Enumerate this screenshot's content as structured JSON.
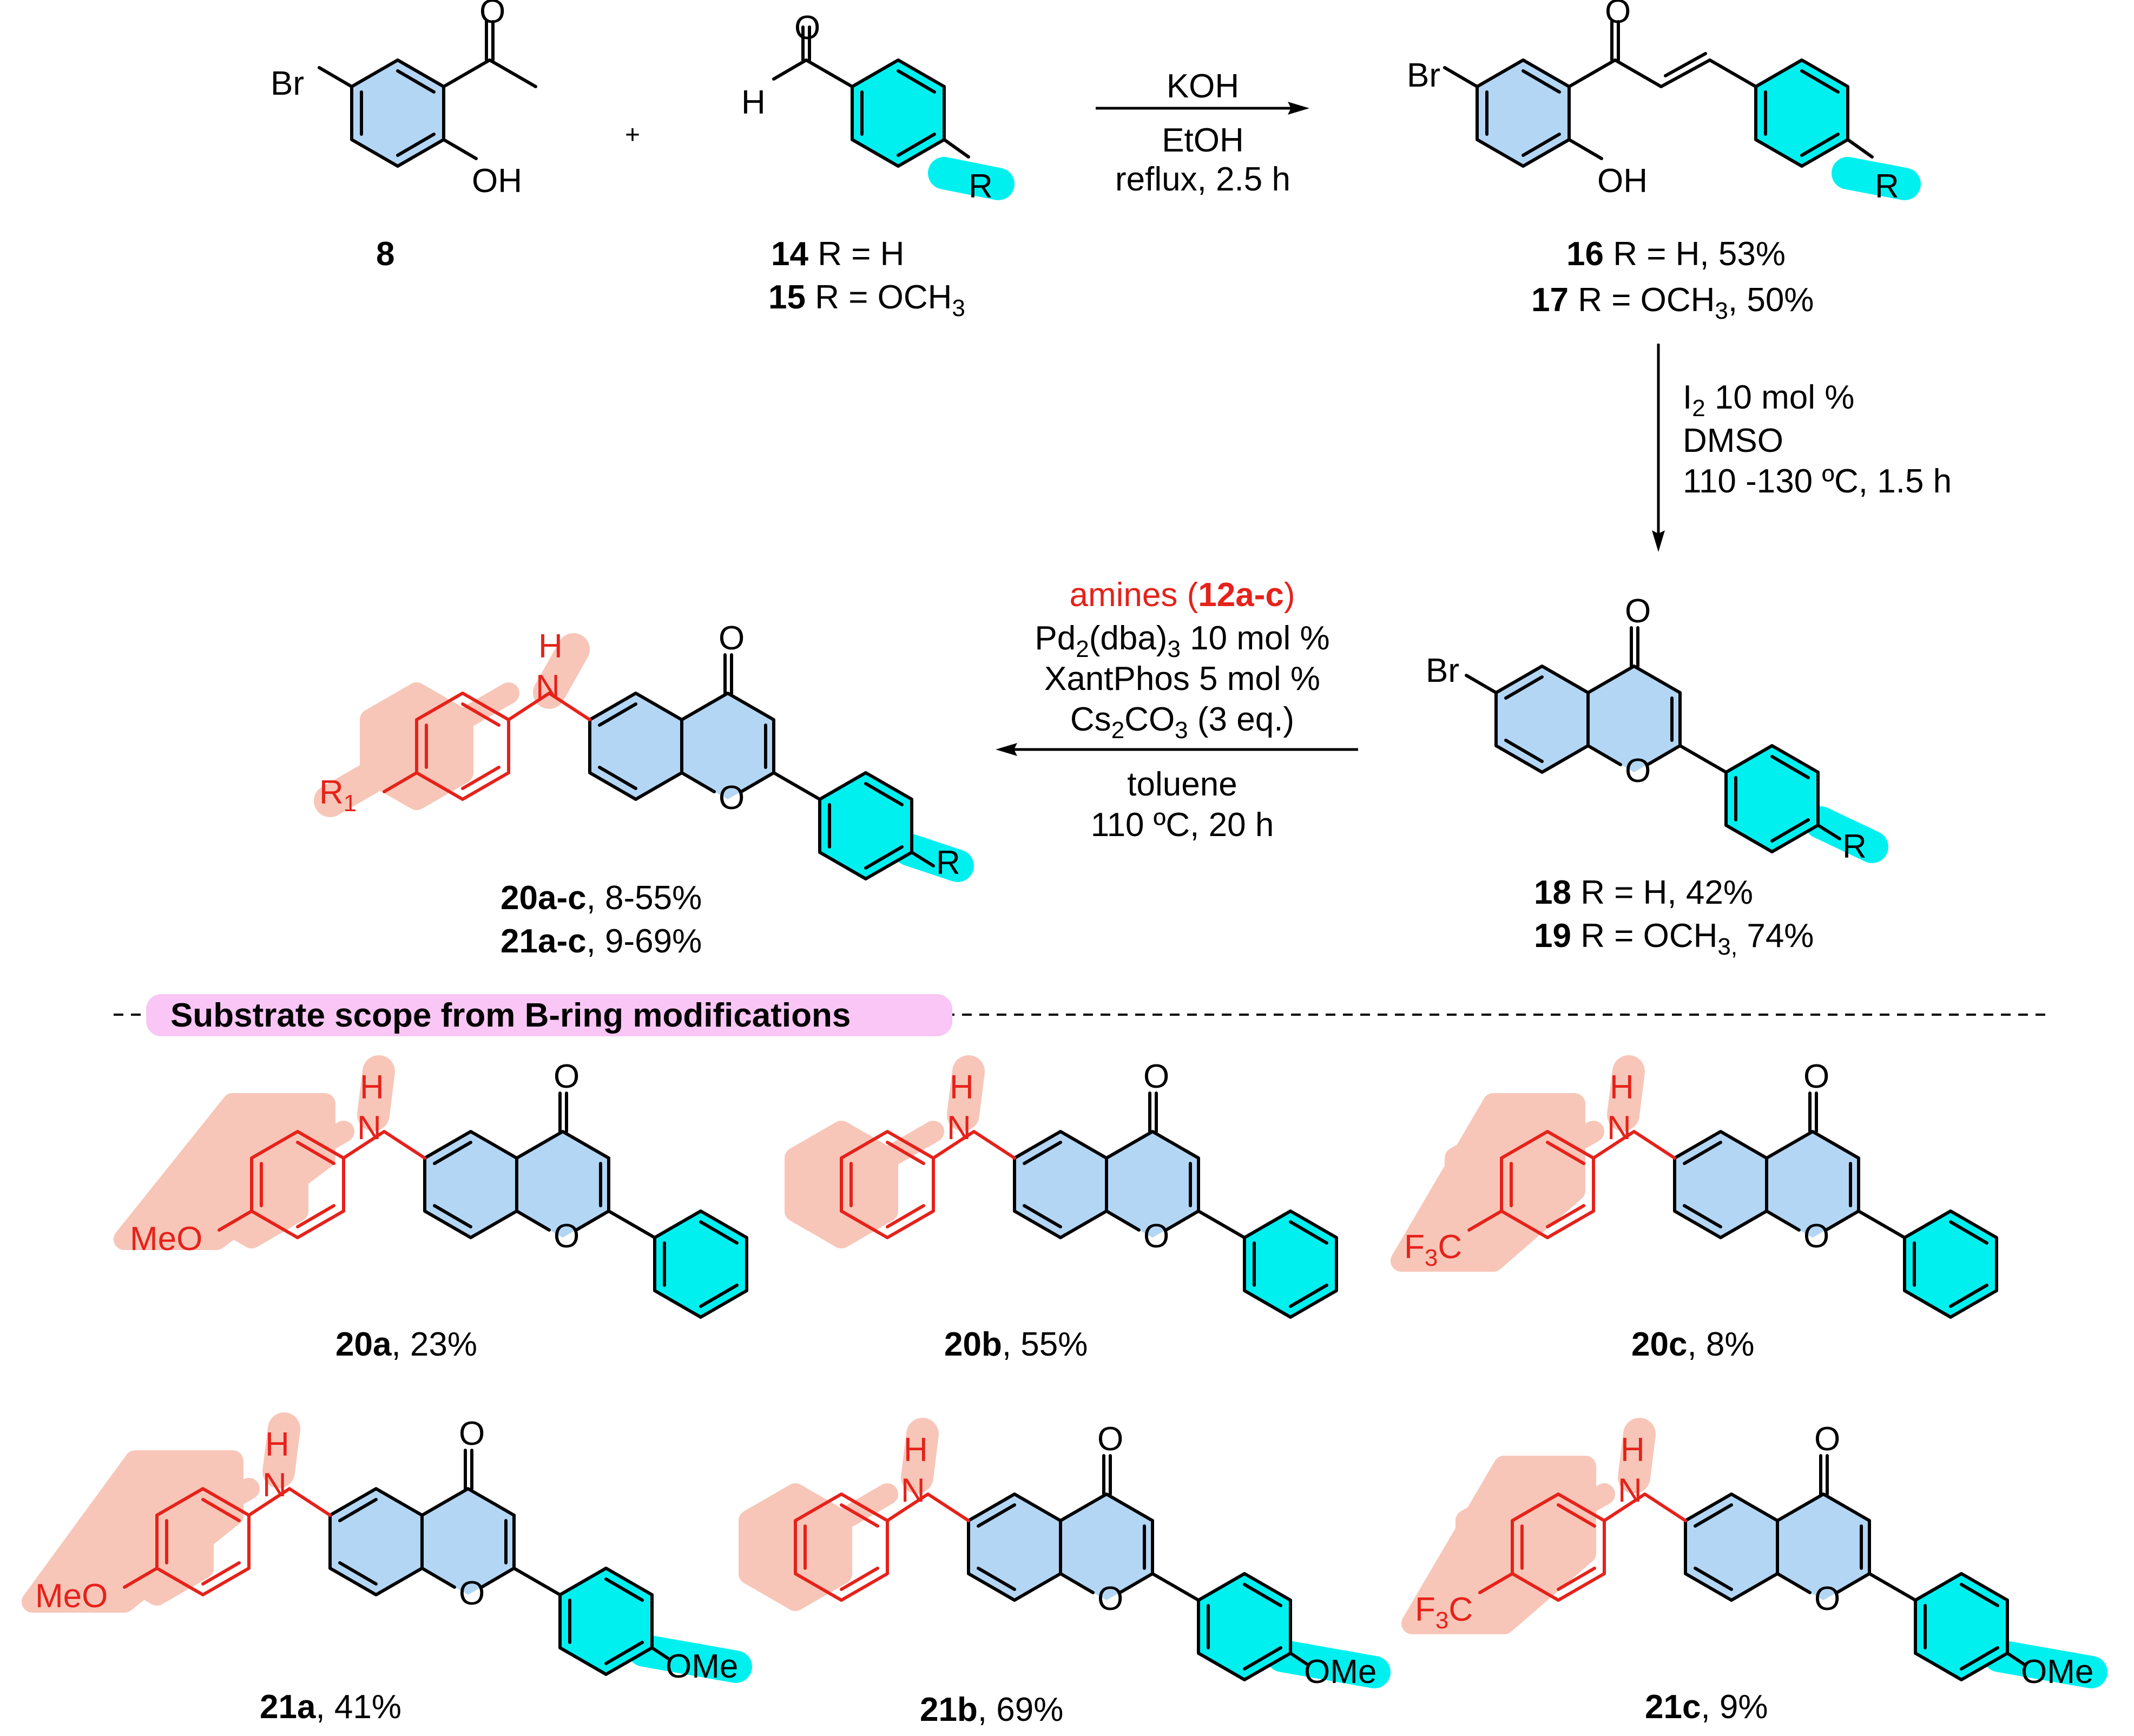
{
  "compounds": {
    "c8": {
      "num": "8",
      "br": "Br",
      "oh": "OH"
    },
    "c14": {
      "num": "14",
      "rest": " R = H"
    },
    "c15": {
      "num": "15",
      "rest": " R = OCH",
      "sub": "3"
    },
    "c16": {
      "num": "16",
      "rest": " R = H, 53%"
    },
    "c17": {
      "num": "17",
      "rest": " R = OCH",
      "sub": "3",
      "tail": ", 50%"
    },
    "c18": {
      "num": "18",
      "rest": " R = H, 42%"
    },
    "c19": {
      "num": "19",
      "rest": " R = OCH",
      "sub": "3,",
      "tail": " 74%"
    },
    "c20": {
      "num": "20a-c",
      "rest": ", 8-55%"
    },
    "c21": {
      "num": "21a-c",
      "rest": ", 9-69%"
    }
  },
  "atoms": {
    "h": "H",
    "o": "O",
    "r": "R",
    "br": "Br",
    "oh": "OH",
    "nh": "H",
    "n": "N",
    "r1": "R",
    "r1sub": "1",
    "plus": "+"
  },
  "step1": {
    "l1": "KOH",
    "l2": "EtOH",
    "l3": "reflux, 2.5 h"
  },
  "step2": {
    "l1a": "I",
    "l1sub": "2",
    "l1b": " 10 mol %",
    "l2": "DMSO",
    "l3": "110 -130 ºC, 1.5 h"
  },
  "step3": {
    "l1a": "amines (",
    "l1b": "12a-c",
    "l1c": ")",
    "l2a": "Pd",
    "l2s1": "2",
    "l2b": "(dba)",
    "l2s2": "3",
    "l2c": " 10 mol %",
    "l3": "XantPhos 5 mol %",
    "l4a": "Cs",
    "l4s1": "2",
    "l4b": "CO",
    "l4s2": "3",
    "l4c": " (3 eq.)",
    "l5": "toluene",
    "l6": "110 ºC, 20 h"
  },
  "scope": {
    "banner": "Substrate scope from B-ring modifications",
    "meo": "MeO",
    "ome": "OMe",
    "f3c_f": "F",
    "f3c_3": "3",
    "f3c_c": "C",
    "items": [
      {
        "num": "20a",
        "yield": ", 23%"
      },
      {
        "num": "20b",
        "yield": ", 55%"
      },
      {
        "num": "20c",
        "yield": ", 8%"
      },
      {
        "num": "21a",
        "yield": ", 41%"
      },
      {
        "num": "21b",
        "yield": ", 69%"
      },
      {
        "num": "21c",
        "yield": ", 9%"
      }
    ]
  },
  "colors": {
    "amine": "#e5221b",
    "ringA": "#b3d6f5",
    "ringB": "#00f0f0",
    "highlight": "#f7c6b8",
    "banner": "#f9c6f5"
  }
}
